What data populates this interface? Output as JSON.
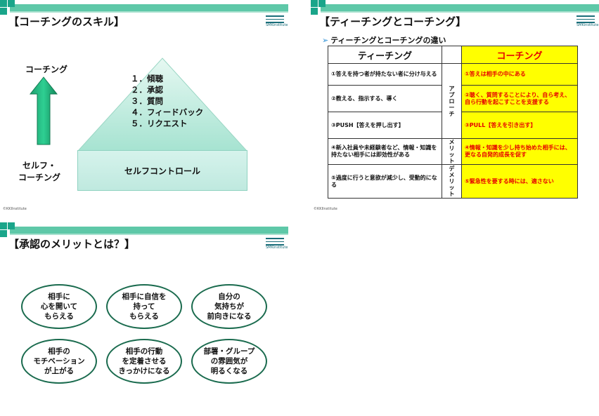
{
  "copyright": "©KKIInstitute",
  "logo_text": "SMKinstitute",
  "slide1": {
    "title": "【コーチングのスキル】",
    "label_top": "コーチング",
    "label_bottom_line1": "セルフ・",
    "label_bottom_line2": "コーチング",
    "skills": [
      "１．傾聴",
      "２．承認",
      "３．質問",
      "４．フィードバック",
      "５．リクエスト"
    ],
    "base_label": "セルフコントロール"
  },
  "slide2": {
    "title": "【ティーチングとコーチング】",
    "subtitle": "ティーチングとコーチングの違い",
    "header_left": "ティーチング",
    "header_right": "コーチング",
    "rows": [
      {
        "left": "①答えを持つ者が持たない者に分け与える",
        "right": "①答えは相手の中にある"
      },
      {
        "left": "②教える、指示する、導く",
        "right": "②聴く、質問することにより、自ら考え、自ら行動を起こすことを支援する"
      },
      {
        "left": "③PUSH【答えを押し出す】",
        "right": "③PULL【答えを引き出す】"
      },
      {
        "left": "④新入社員や未経験者など、情報・知識を持たない相手には即効性がある",
        "right": "④情報・知識を少し持ち始めた相手には、更なる自発的成長を促す"
      },
      {
        "left": "⑤過度に行うと意欲が減少し、受動的になる",
        "right": "⑤緊急性を要する時には、適さない"
      }
    ],
    "mid_labels": [
      "アプローチ",
      "メリット",
      "デメリット"
    ]
  },
  "slide3": {
    "title": "【承認のメリットとは？】",
    "merits": [
      "相手に\n心を開いて\nもらえる",
      "相手に自信を\n持って\nもらえる",
      "自分の\n気持ちが\n前向きになる",
      "相手の\nモチベーション\nが上がる",
      "相手の行動\nを定着させる\nきっかけになる",
      "部署・グループ\nの雰囲気が\n明るくなる"
    ]
  }
}
